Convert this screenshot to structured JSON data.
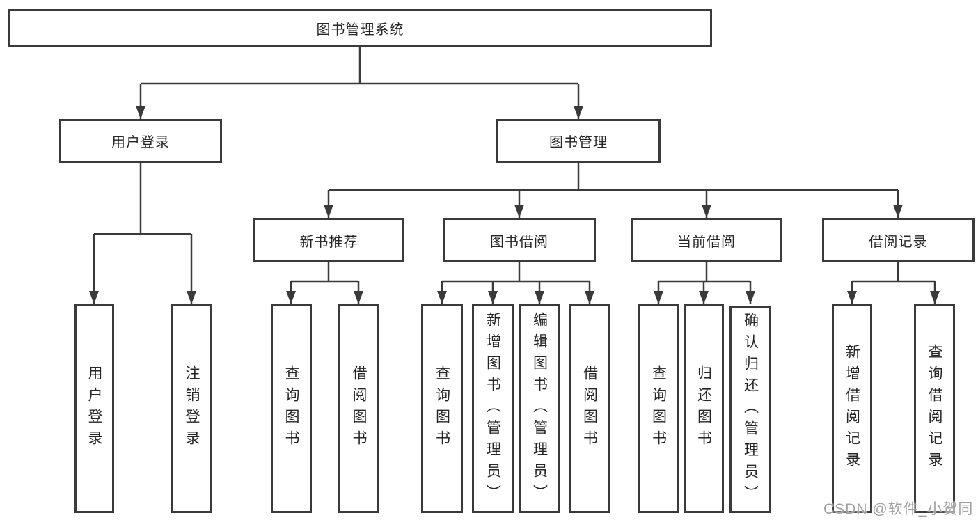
{
  "diagram_type": "hierarchy-tree",
  "colors": {
    "line": "#3a3a3a",
    "box_border": "#3a3a3a",
    "text": "#262626",
    "background": "#ffffff",
    "watermark": "#a0a0a0"
  },
  "tree": {
    "label": "图书管理系统",
    "children": [
      {
        "label": "用户登录",
        "children": [
          {
            "label": "用户登录"
          },
          {
            "label": "注销登录"
          }
        ]
      },
      {
        "label": "图书管理",
        "children": [
          {
            "label": "新书推荐",
            "children": [
              {
                "label": "查询图书"
              },
              {
                "label": "借阅图书"
              }
            ]
          },
          {
            "label": "图书借阅",
            "children": [
              {
                "label": "查询图书"
              },
              {
                "label": "新增图书（管理员）"
              },
              {
                "label": "编辑图书（管理员）"
              },
              {
                "label": "借阅图书"
              }
            ]
          },
          {
            "label": "当前借阅",
            "children": [
              {
                "label": "查询图书"
              },
              {
                "label": "归还图书"
              },
              {
                "label": "确认归还（管理员）"
              }
            ]
          },
          {
            "label": "借阅记录",
            "children": [
              {
                "label": "新增借阅记录"
              },
              {
                "label": "查询借阅记录"
              }
            ]
          }
        ]
      }
    ]
  },
  "watermark": "CSDN @软件_小贺同学"
}
